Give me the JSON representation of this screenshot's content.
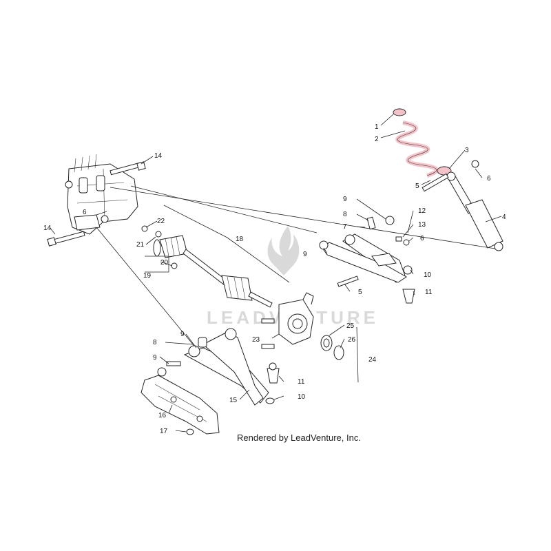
{
  "watermark": {
    "text": "LEADVENTURE",
    "icon": "flame-logo"
  },
  "credit": "Rendered by LeadVenture, Inc.",
  "callouts": {
    "c1": "1",
    "c2": "2",
    "c3": "3",
    "c4": "4",
    "c5a": "5",
    "c5b": "5",
    "c6a": "6",
    "c6b": "6",
    "c6c": "6",
    "c7": "7",
    "c8a": "8",
    "c8b": "8",
    "c9a": "9",
    "c9b": "9",
    "c9c": "9",
    "c9d": "9",
    "c10a": "10",
    "c10b": "10",
    "c11a": "11",
    "c11b": "11",
    "c12": "12",
    "c13": "13",
    "c14a": "14",
    "c14b": "14",
    "c15": "15",
    "c16": "16",
    "c17": "17",
    "c18": "18",
    "c19": "19",
    "c20": "20",
    "c21": "21",
    "c22": "22",
    "c23": "23",
    "c24": "24",
    "c25": "25",
    "c26": "26"
  },
  "colors": {
    "spring": "#f3c3c9",
    "line": "#222222",
    "watermark": "#d9d9d9"
  }
}
